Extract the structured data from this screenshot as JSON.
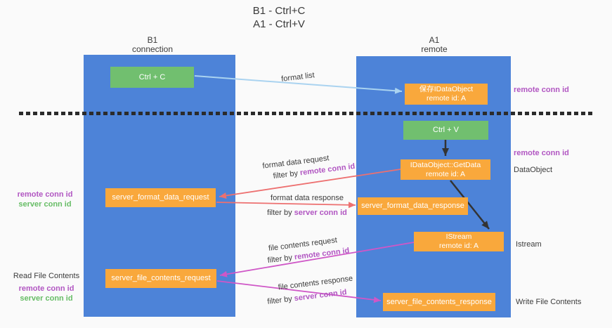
{
  "title": {
    "line1": "B1 - Ctrl+C",
    "line2": "A1 - Ctrl+V"
  },
  "columns": {
    "left": {
      "name": "B1",
      "subtitle": "connection"
    },
    "right": {
      "name": "A1",
      "subtitle": "remote"
    }
  },
  "nodes": {
    "ctrl_c": "Ctrl + C",
    "ctrl_v": "Ctrl + V",
    "save_idataobject": {
      "line1": "保存IDataObject",
      "line2": "remote id: A"
    },
    "getdata": {
      "line1": "IDataObject::GetData",
      "line2": "remote id: A"
    },
    "istream": {
      "line1": "IStream",
      "line2": "remote id: A"
    },
    "format_request": "server_format_data_request",
    "format_response": "server_format_data_response",
    "file_request": "server_file_contents_request",
    "file_response": "server_file_contents_response"
  },
  "edge_labels": {
    "format_list": "format list",
    "format_data_request": "format data request",
    "format_data_response": "format data response",
    "file_contents_request": "file contents request",
    "file_contents_response": "file contents response",
    "filter_by": "filter by "
  },
  "labels": {
    "remote_conn_id": "remote conn id",
    "server_conn_id": "server conn id",
    "dataobject": "DataObject",
    "istream": "Istream",
    "read_file_contents": "Read File Contents",
    "write_file_contents": "Write File Contents"
  },
  "colors": {
    "lifeline_blue": "#4d83d8",
    "node_green": "#71bf6f",
    "node_orange": "#f9a83c",
    "remote_conn_purple": "#b156c2",
    "server_conn_green": "#67bd66",
    "format_arrow_red": "#ed7070",
    "file_arrow_magenta": "#cf57c7",
    "format_list_arrow_blue": "#aad3f0",
    "black_arrow": "#333333"
  }
}
